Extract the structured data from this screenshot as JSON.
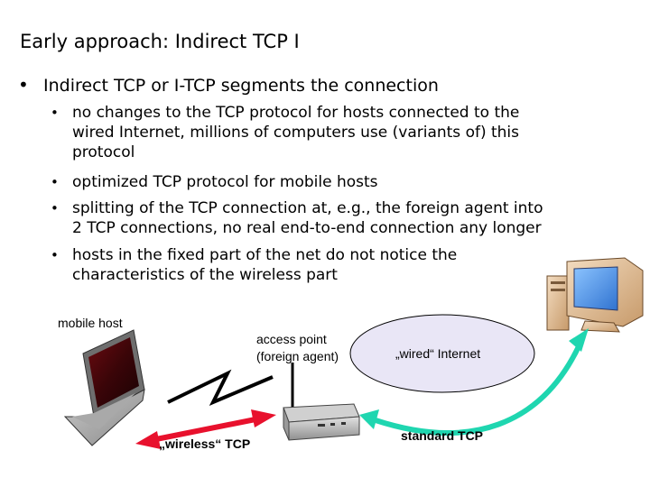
{
  "slide": {
    "title": "Early approach: Indirect TCP I",
    "main_bullet": "Indirect TCP or I-TCP segments the connection",
    "sub_bullets": [
      {
        "lines": [
          "no changes to the TCP protocol for hosts connected to the",
          "wired Internet, millions of computers use (variants of) this",
          "protocol"
        ]
      },
      {
        "lines": [
          "optimized TCP protocol for mobile hosts"
        ]
      },
      {
        "lines": [
          "splitting of the TCP connection at, e.g., the foreign agent into",
          "2 TCP connections, no real end-to-end connection any longer"
        ]
      },
      {
        "lines": [
          "hosts in the fixed part of the net do not notice the",
          "characteristics of the wireless part"
        ]
      }
    ]
  },
  "diagram": {
    "mobile_host_label": "mobile host",
    "access_point_label_1": "access point",
    "access_point_label_2": "(foreign agent)",
    "internet_label": "„wired“ Internet",
    "wireless_tcp_label": "„wireless“ TCP",
    "standard_tcp_label": "standard TCP",
    "colors": {
      "wireless_arrow": "#e8112d",
      "standard_arrow": "#1fd6b0",
      "internet_cloud": "#e9e6f6",
      "monitor_screen": "#3e8ee6"
    }
  }
}
